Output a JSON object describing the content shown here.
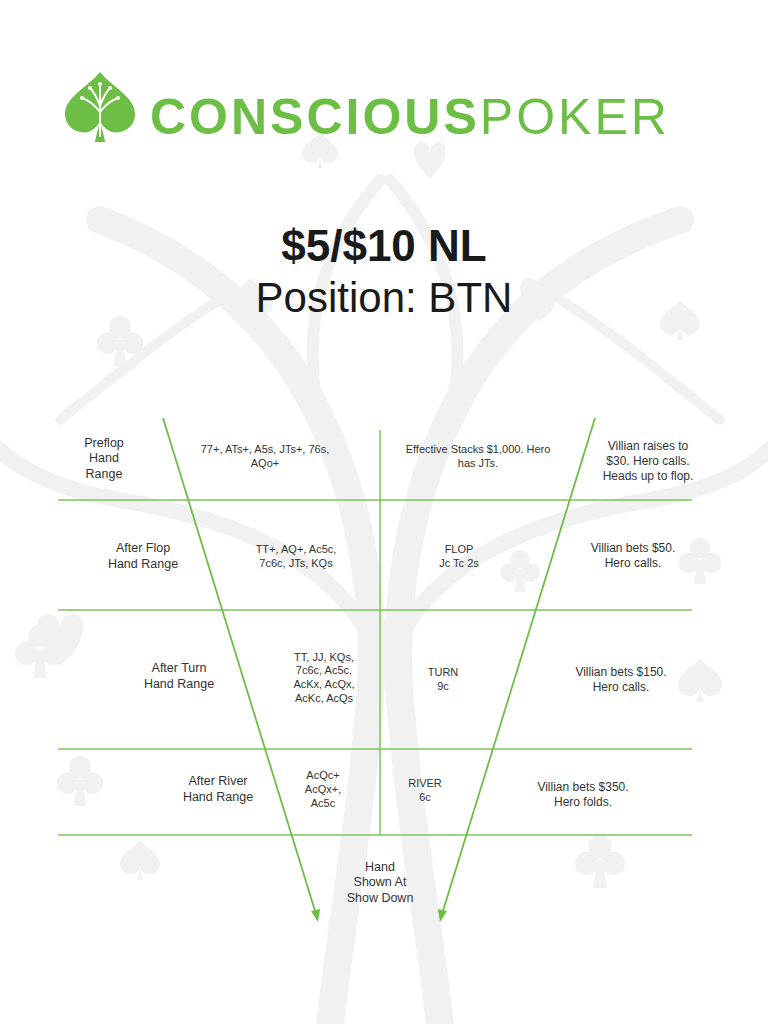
{
  "diagram": {
    "title": "$5/$10 NL",
    "labels": [
      "CONSCIOUS",
      "POKER",
      "Position: BTN",
      "Preflop Hand Range",
      "77+, ATs+, A5s, JTs+, 76s, AQo+",
      "Effective Stacks $1,000. Hero has JTs.",
      "Villian raises to $30. Hero calls. Heads up to flop.",
      "After Flop Hand Range",
      "TT+, AQ+, Ac5c, 7c6c, JTs, KQs",
      "FLOP",
      "Jc Tc 2s",
      "Villian bets $50. Hero calls.",
      "After Turn Hand Range",
      "TT, JJ, KQs, 7c6c, Ac5c, AcKx, AcQx, AcKc, AcQs",
      "TURN",
      "9c",
      "Villian bets $150. Hero calls.",
      "After River Hand Range",
      "AcQc+ AcQx+, Ac5c",
      "RIVER",
      "6c",
      "Villian bets $350. Hero folds.",
      "Hand Shown At Show Down"
    ]
  }
}
